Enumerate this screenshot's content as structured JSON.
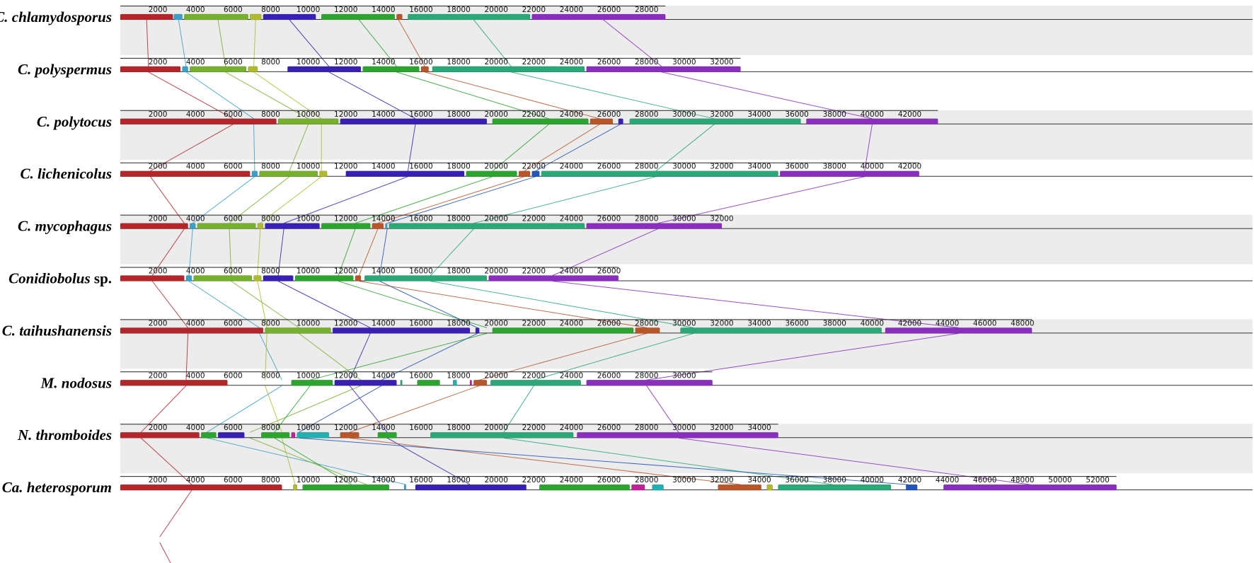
{
  "colors": {
    "red": "#b5262b",
    "cyan": "#3aa0c8",
    "lime": "#76b12e",
    "olive": "#b0bb2c",
    "indigo": "#3a1fb4",
    "green": "#2ca52f",
    "orange": "#b8562a",
    "teal": "#2aa878",
    "purple": "#8a2ebf",
    "blue": "#2255b8",
    "aqua": "#22b0b0",
    "magenta": "#c0229a",
    "band": "#ececec"
  },
  "genomes": [
    {
      "label": "C. chlamydosporus",
      "suffix": "",
      "length": 29000,
      "maxTick": 28000,
      "blocks": [
        [
          0,
          2800,
          "red"
        ],
        [
          2850,
          3300,
          "cyan"
        ],
        [
          3400,
          6800,
          "lime"
        ],
        [
          6900,
          7500,
          "olive"
        ],
        [
          7600,
          10400,
          "indigo"
        ],
        [
          10700,
          14600,
          "green"
        ],
        [
          14700,
          15000,
          "orange"
        ],
        [
          15300,
          21800,
          "teal"
        ],
        [
          21900,
          29000,
          "purple"
        ]
      ]
    },
    {
      "label": "C. polyspermus",
      "suffix": "",
      "length": 33000,
      "maxTick": 32000,
      "blocks": [
        [
          0,
          3200,
          "red"
        ],
        [
          3300,
          3600,
          "cyan"
        ],
        [
          3700,
          6700,
          "lime"
        ],
        [
          6800,
          7300,
          "olive"
        ],
        [
          8900,
          12800,
          "indigo"
        ],
        [
          12900,
          15900,
          "green"
        ],
        [
          16000,
          16400,
          "orange"
        ],
        [
          16600,
          24700,
          "teal"
        ],
        [
          24800,
          33000,
          "purple"
        ]
      ]
    },
    {
      "label": "C. polytocus",
      "suffix": "",
      "length": 43500,
      "maxTick": 42000,
      "blocks": [
        [
          0,
          8300,
          "red"
        ],
        [
          8400,
          11600,
          "lime"
        ],
        [
          11700,
          19500,
          "indigo"
        ],
        [
          19800,
          24900,
          "green"
        ],
        [
          25000,
          26200,
          "orange"
        ],
        [
          26500,
          26750,
          "indigo"
        ],
        [
          27100,
          36200,
          "teal"
        ],
        [
          36500,
          43500,
          "purple"
        ]
      ]
    },
    {
      "label": "C. lichenicolus",
      "suffix": "",
      "length": 42500,
      "maxTick": 42000,
      "blocks": [
        [
          0,
          6900,
          "red"
        ],
        [
          7000,
          7300,
          "cyan"
        ],
        [
          7400,
          10500,
          "lime"
        ],
        [
          10600,
          11000,
          "olive"
        ],
        [
          12000,
          18300,
          "indigo"
        ],
        [
          18400,
          21100,
          "green"
        ],
        [
          21200,
          21800,
          "orange"
        ],
        [
          21900,
          22300,
          "blue"
        ],
        [
          22400,
          35000,
          "teal"
        ],
        [
          35100,
          42500,
          "purple"
        ]
      ]
    },
    {
      "label": "C. mycophagus",
      "suffix": "",
      "length": 32000,
      "maxTick": 32000,
      "blocks": [
        [
          0,
          3600,
          "red"
        ],
        [
          3700,
          4000,
          "cyan"
        ],
        [
          4100,
          7200,
          "lime"
        ],
        [
          7300,
          7600,
          "olive"
        ],
        [
          7700,
          10600,
          "indigo"
        ],
        [
          10700,
          13300,
          "green"
        ],
        [
          13400,
          14000,
          "orange"
        ],
        [
          14100,
          14200,
          "cyan"
        ],
        [
          14300,
          24700,
          "teal"
        ],
        [
          24800,
          32000,
          "purple"
        ]
      ]
    },
    {
      "label": "Conidiobolus",
      "suffix": " sp.",
      "length": 26500,
      "maxTick": 26000,
      "blocks": [
        [
          0,
          3400,
          "red"
        ],
        [
          3500,
          3800,
          "cyan"
        ],
        [
          3900,
          7000,
          "lime"
        ],
        [
          7100,
          7500,
          "olive"
        ],
        [
          7600,
          9200,
          "indigo"
        ],
        [
          9300,
          12400,
          "green"
        ],
        [
          12500,
          12800,
          "orange"
        ],
        [
          13000,
          19500,
          "teal"
        ],
        [
          19600,
          26500,
          "purple"
        ]
      ]
    },
    {
      "label": "C. taihushanensis",
      "suffix": "",
      "length": 48500,
      "maxTick": 48000,
      "blocks": [
        [
          0,
          7600,
          "red"
        ],
        [
          7700,
          11200,
          "lime"
        ],
        [
          11300,
          18600,
          "indigo"
        ],
        [
          18900,
          19100,
          "indigo"
        ],
        [
          19800,
          27300,
          "green"
        ],
        [
          27400,
          28700,
          "orange"
        ],
        [
          29800,
          40500,
          "teal"
        ],
        [
          40700,
          48500,
          "purple"
        ]
      ]
    },
    {
      "label": "M. nodosus",
      "suffix": "",
      "length": 31500,
      "maxTick": 30000,
      "blocks": [
        [
          0,
          5700,
          "red"
        ],
        [
          9100,
          11300,
          "green"
        ],
        [
          11400,
          14700,
          "indigo"
        ],
        [
          14900,
          15000,
          "teal"
        ],
        [
          15800,
          17000,
          "green"
        ],
        [
          17700,
          17900,
          "aqua"
        ],
        [
          18600,
          18700,
          "magenta"
        ],
        [
          18800,
          19500,
          "orange"
        ],
        [
          19700,
          24500,
          "teal"
        ],
        [
          24800,
          31500,
          "purple"
        ]
      ]
    },
    {
      "label": "N. thromboides",
      "suffix": "",
      "length": 35000,
      "maxTick": 34000,
      "blocks": [
        [
          0,
          4200,
          "red"
        ],
        [
          4300,
          5100,
          "green"
        ],
        [
          5200,
          6600,
          "indigo"
        ],
        [
          7500,
          9000,
          "green"
        ],
        [
          9100,
          9300,
          "magenta"
        ],
        [
          9400,
          11100,
          "aqua"
        ],
        [
          11700,
          12700,
          "orange"
        ],
        [
          13700,
          14700,
          "green"
        ],
        [
          16500,
          24100,
          "teal"
        ],
        [
          24300,
          35000,
          "purple"
        ]
      ]
    },
    {
      "label": "Ca. heterosporum",
      "suffix": "",
      "length": 53000,
      "maxTick": 52000,
      "blocks": [
        [
          0,
          8600,
          "red"
        ],
        [
          9200,
          9400,
          "olive"
        ],
        [
          9700,
          14300,
          "green"
        ],
        [
          15100,
          15200,
          "cyan"
        ],
        [
          15700,
          21600,
          "indigo"
        ],
        [
          22300,
          27100,
          "green"
        ],
        [
          27200,
          27900,
          "magenta"
        ],
        [
          28300,
          28900,
          "aqua"
        ],
        [
          31800,
          34100,
          "orange"
        ],
        [
          34400,
          34700,
          "olive"
        ],
        [
          35000,
          41000,
          "teal"
        ],
        [
          41800,
          42400,
          "blue"
        ],
        [
          43800,
          53000,
          "purple"
        ]
      ]
    }
  ],
  "links": [
    {
      "color": "red",
      "pos": [
        1400,
        1500,
        6000,
        1600,
        3400,
        1700,
        3600,
        3500,
        1100,
        3800,
        2100,
        3400
      ]
    },
    {
      "color": "cyan",
      "pos": [
        3100,
        3500,
        7100,
        7150,
        3850,
        3650,
        7400,
        8600,
        4600,
        15200
      ]
    },
    {
      "color": "lime",
      "pos": [
        5200,
        5600,
        10000,
        9000,
        5800,
        5900,
        9500,
        12800,
        6900,
        13100
      ]
    },
    {
      "color": "olive",
      "pos": [
        7200,
        7100,
        10700,
        10700,
        7450,
        7300,
        7800,
        7700,
        8600,
        9300
      ]
    },
    {
      "color": "indigo",
      "pos": [
        9000,
        11100,
        15700,
        15300,
        8700,
        8400,
        13300,
        12200,
        14200,
        18600
      ]
    },
    {
      "color": "green",
      "pos": [
        12700,
        14700,
        22800,
        19800,
        12500,
        11600,
        19500,
        10100,
        8200,
        12300
      ]
    },
    {
      "color": "orange",
      "pos": [
        14800,
        16200,
        25500,
        21500,
        13700,
        12700,
        28000,
        19100,
        12200,
        33000
      ]
    },
    {
      "color": "teal",
      "pos": [
        18800,
        20800,
        31600,
        28500,
        18800,
        16500,
        30500,
        22000,
        20400,
        37900
      ]
    },
    {
      "color": "purple",
      "pos": [
        25700,
        28800,
        40000,
        39600,
        28600,
        23000,
        44600,
        28000,
        29700,
        48400
      ]
    },
    {
      "color": "blue",
      "pos": [
        null,
        null,
        26600,
        22100,
        14200,
        13800,
        19000,
        13900,
        9500,
        41900
      ]
    }
  ]
}
